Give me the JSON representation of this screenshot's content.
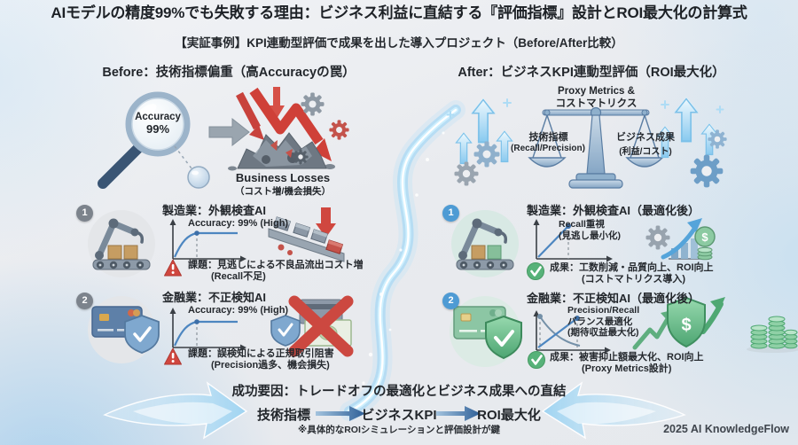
{
  "header": {
    "title": "AIモデルの精度99%でも失敗する理由：ビジネス利益に直結する『評価指標』設計とROI最大化の計算式",
    "subtitle": "【実証事例】KPI連動型評価で成果を出した導入プロジェクト（Before/After比較）"
  },
  "before": {
    "header": "Before：技術指標偏重（高Accuracyの罠）",
    "magnifier": {
      "line1": "Accuracy",
      "line2": "99%"
    },
    "losses": {
      "title": "Business Losses",
      "subtitle": "（コスト増/機会損失）"
    },
    "case1": {
      "num": "1",
      "title": "製造業：外観検査AI",
      "chart_label": "Accuracy: 99% (High)",
      "issue": "課題：見逃しによる不良品流出コスト増",
      "issue_sub": "(Recall不足)"
    },
    "case2": {
      "num": "2",
      "title": "金融業：不正検知AI",
      "chart_label": "Accuracy: 99% (High)",
      "issue": "課題：誤検知による正規取引阻害",
      "issue_sub": "(Precision過多、機会損失)"
    }
  },
  "after": {
    "header": "After：ビジネスKPI連動型評価（ROI最大化）",
    "scale": {
      "title1": "Proxy Metrics &",
      "title2": "コストマトリクス",
      "left": "技術指標",
      "left_sub": "(Recall/Precision)",
      "right": "ビジネス成果",
      "right_sub": "(利益/コスト)"
    },
    "case1": {
      "num": "1",
      "title": "製造業：外観検査AI（最適化後）",
      "chart_label1": "Recall重視",
      "chart_label2": "(見逃し最小化)",
      "result": "成果：工数削減・品質向上、ROI向上",
      "result_sub": "(コストマトリクス導入)"
    },
    "case2": {
      "num": "2",
      "title": "金融業：不正検知AI（最適化後）",
      "chart_label1": "Precision/Recall",
      "chart_label2": "バランス最適化",
      "chart_label3": "(期待収益最大化)",
      "result": "成果：被害抑止額最大化、ROI向上",
      "result_sub": "(Proxy Metrics設計)"
    }
  },
  "footer": {
    "header": "成功要因：トレードオフの最適化とビジネス成果への直結",
    "flow1": "技術指標",
    "flow2": "ビジネスKPI",
    "flow3": "ROI最大化",
    "note": "※具体的なROIシミュレーションと評価設計が鍵",
    "credit": "2025 AI KnowledgeFlow"
  },
  "icons": {
    "dollar": "$"
  },
  "colors": {
    "accent_blue": "#5aa7dd",
    "warn_red": "#d0473f",
    "ok_green": "#57b279",
    "steel": "#7d9cbd"
  }
}
